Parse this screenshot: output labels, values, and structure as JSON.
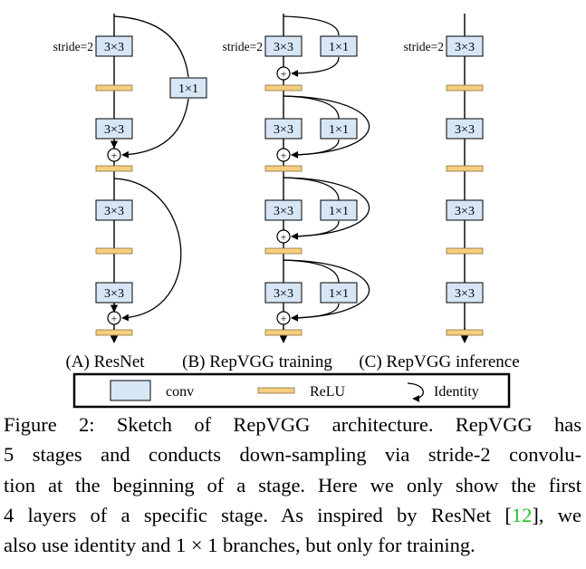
{
  "colors": {
    "conv_fill": "#d6e6f4",
    "relu_fill": "#f5cf7e",
    "relu_stroke": "#8a7040",
    "citation": "#22c122"
  },
  "labels": {
    "stride": "stride=2",
    "conv3": "3×3",
    "conv1": "1×1",
    "plus": "+"
  },
  "columns": [
    {
      "id": "resnet",
      "title": "(A) ResNet"
    },
    {
      "id": "repvgg-training",
      "title": "(B) RepVGG training"
    },
    {
      "id": "repvgg-inference",
      "title": "(C) RepVGG inference"
    }
  ],
  "legend": {
    "conv": "conv",
    "relu": "ReLU",
    "identity": "Identity"
  },
  "caption": {
    "lines": [
      "Figure 2: Sketch of RepVGG architecture.  RepVGG has",
      "5 stages and conducts down-sampling via stride-2 convolu-",
      "tion at the beginning of a stage. Here we only show the first",
      "4 layers of a specific stage. As inspired by ResNet [",
      "also use identity and 1 × 1 branches, but only for training."
    ],
    "citation": "12",
    "line4_suffix": "], we"
  }
}
